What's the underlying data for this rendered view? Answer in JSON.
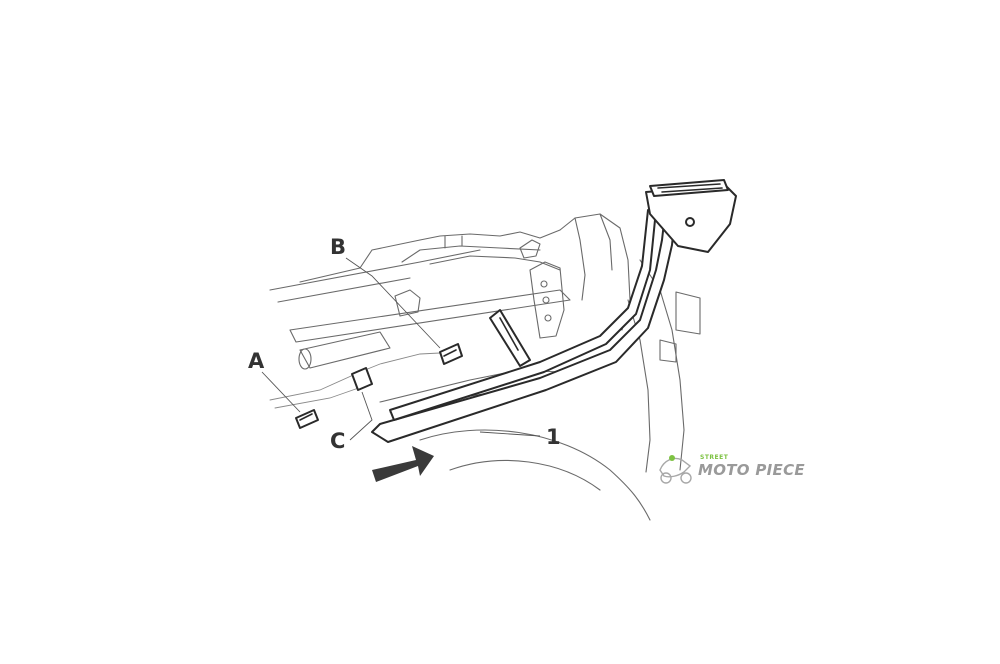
{
  "labels": {
    "a": "A",
    "b": "B",
    "c": "C",
    "one": "1"
  },
  "watermark": {
    "small_text": "STREET",
    "main_text": "MOTO PIECE",
    "small_color": "#7dc242",
    "main_color": "#9a9a9a"
  },
  "colors": {
    "line": "#6a6a6a",
    "rack_outline": "#2a2a2a",
    "arrow": "#3a3a3a",
    "label": "#333333"
  }
}
